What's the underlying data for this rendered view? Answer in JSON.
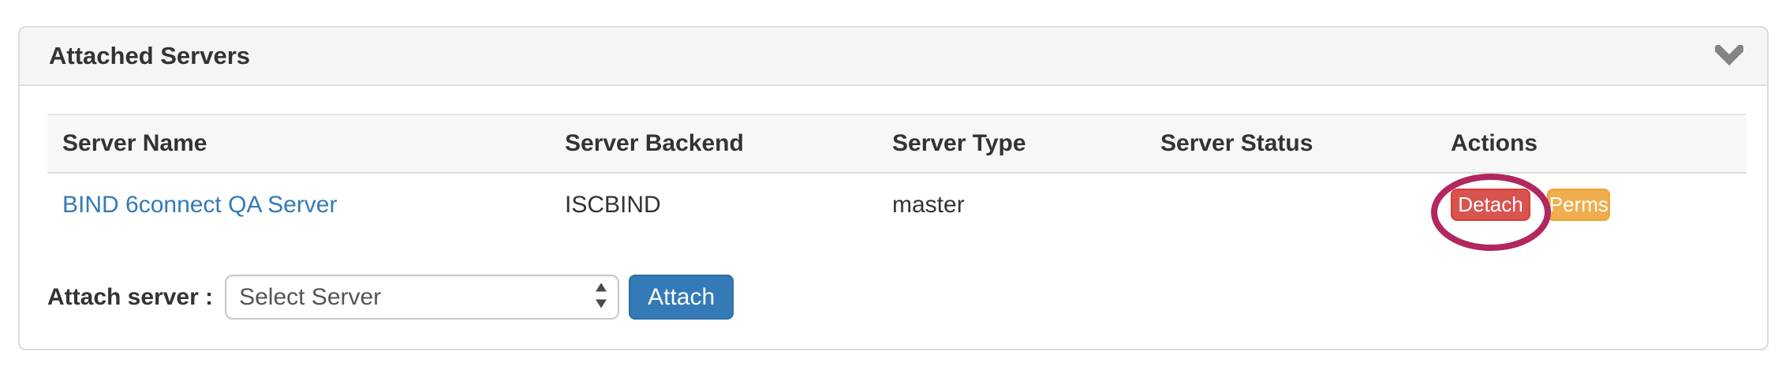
{
  "panel": {
    "title": "Attached Servers",
    "collapse_icon": "chevron-down-icon"
  },
  "table": {
    "columns": [
      "Server Name",
      "Server Backend",
      "Server Type",
      "Server Status",
      "Actions"
    ],
    "rows": [
      {
        "server_name": "BIND 6connect QA Server",
        "server_backend": "ISCBIND",
        "server_type": "master",
        "server_status": "",
        "actions": [
          {
            "label": "Detach",
            "style": "danger",
            "annotated": true
          },
          {
            "label": "Perms",
            "style": "warning",
            "annotated": false
          }
        ]
      }
    ]
  },
  "attach": {
    "label": "Attach server :",
    "select_value": "Select Server",
    "button_label": "Attach"
  },
  "annotation": {
    "shape": "ellipse",
    "target": "detach-button",
    "color": "#b1275f"
  },
  "colors": {
    "panel_border": "#dcdcdc",
    "panel_heading_bg": "#f5f5f5",
    "table_header_bg": "#f7f7f7",
    "link": "#337ab7",
    "danger_bg": "#d9534f",
    "danger_border": "#d43f3a",
    "warning_bg": "#f0ad4e",
    "warning_border": "#eea236",
    "primary_bg": "#337ab7",
    "primary_border": "#2e6da4",
    "text": "#333333",
    "chevron": "#848484"
  }
}
